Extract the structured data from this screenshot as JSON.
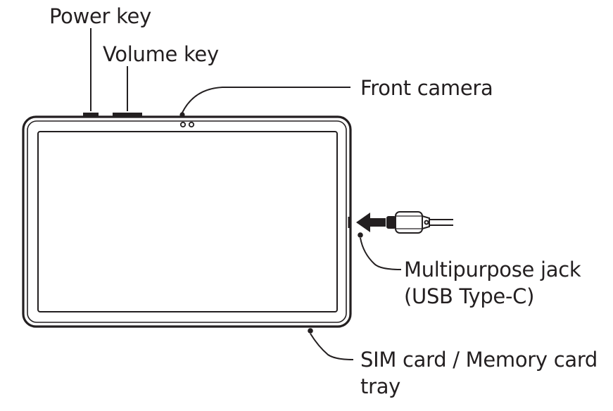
{
  "callouts": {
    "power_key": "Power key",
    "volume_key": "Volume key",
    "front_camera": "Front camera",
    "multipurpose_jack": {
      "line1": "Multipurpose jack",
      "line2": "(USB Type-C)"
    },
    "sim_tray": {
      "line1": "SIM card / Memory card",
      "line2": "tray"
    }
  },
  "colors": {
    "ink": "#231f20",
    "background": "#ffffff"
  }
}
